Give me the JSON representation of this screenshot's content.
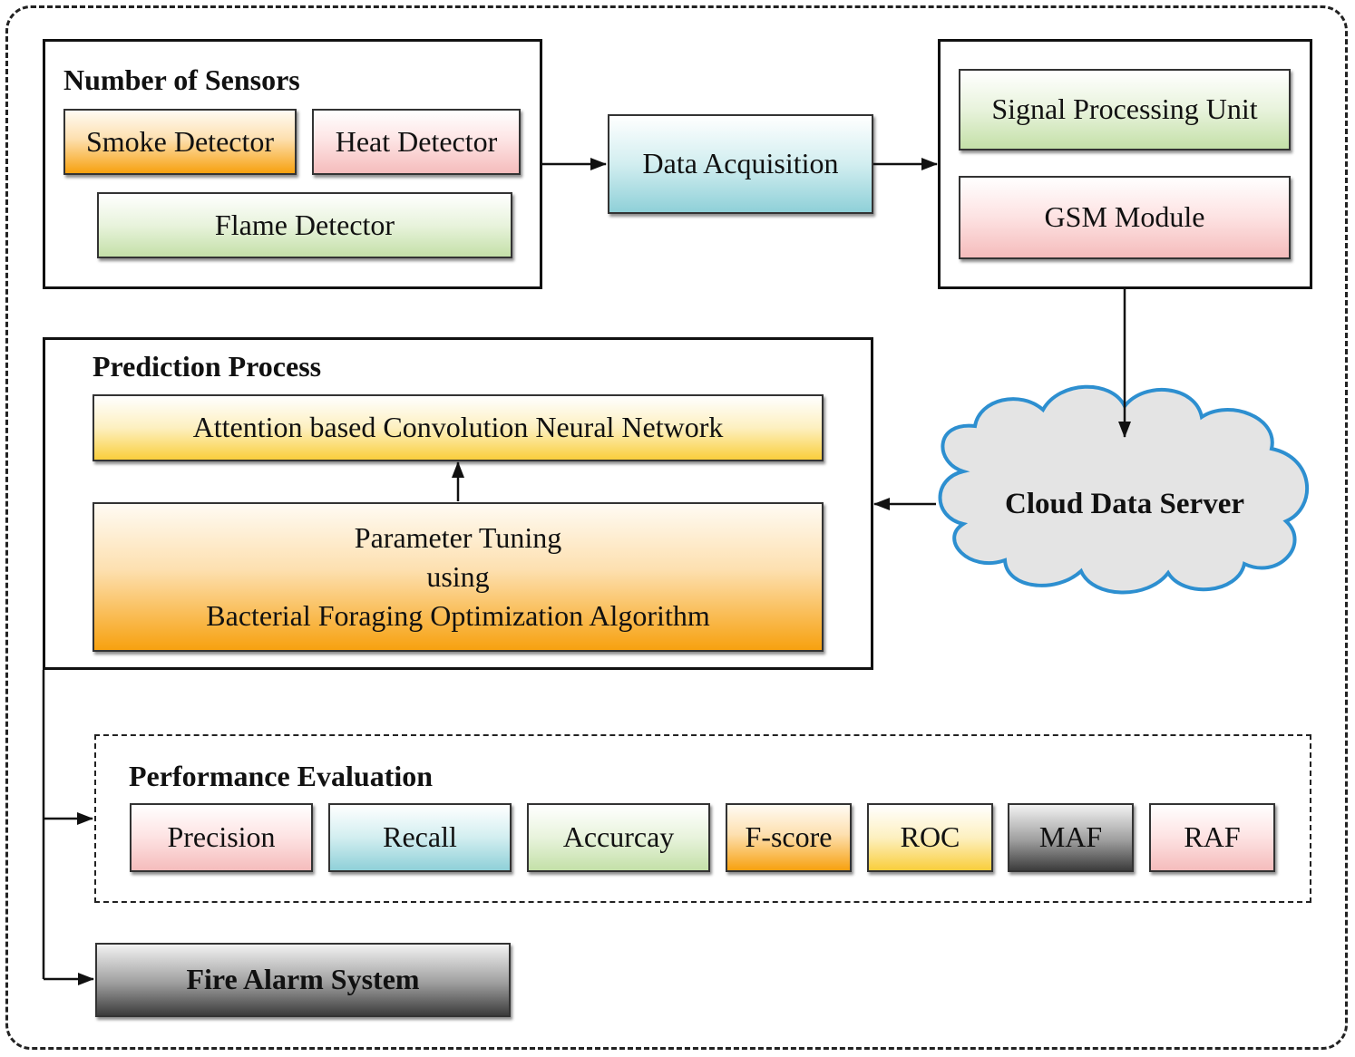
{
  "sensors": {
    "title": "Number of Sensors",
    "smoke": "Smoke Detector",
    "heat": "Heat Detector",
    "flame": "Flame Detector"
  },
  "data_acquisition": "Data Acquisition",
  "processing": {
    "signal": "Signal Processing Unit",
    "gsm": "GSM Module"
  },
  "prediction": {
    "title": "Prediction Process",
    "acnn": "Attention based Convolution Neural Network",
    "tuning_line1": "Parameter Tuning",
    "tuning_line2": "using",
    "tuning_line3": "Bacterial Foraging Optimization Algorithm"
  },
  "cloud": "Cloud Data Server",
  "performance": {
    "title": "Performance Evaluation",
    "metrics": [
      "Precision",
      "Recall",
      "Accurcay",
      "F-score",
      "ROC",
      "MAF",
      "RAF"
    ]
  },
  "fire_alarm": "Fire Alarm System",
  "colors": {
    "orange": "#f7a10f",
    "pink": "#f5bcbc",
    "green": "#c4e0a8",
    "cyan": "#8fd0d8",
    "yellow": "#f9ce3c",
    "gray": "#3c3c3c",
    "cloud_fill": "#e4e4e4",
    "cloud_border": "#2d8fd0"
  }
}
